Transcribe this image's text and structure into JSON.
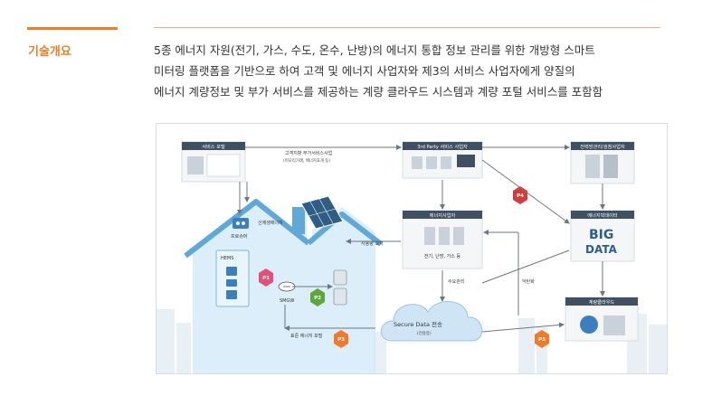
{
  "section": {
    "label": "기술개요"
  },
  "description": {
    "lines": [
      "5종 에너지 자원(전기, 가스, 수도, 온수, 난방)의 에너지 통합 정보 관리를 위한 개방형 스마트",
      "미터링 플랫폼을 기반으로 하여 고객 및 에너지 사업자와 제3의 서비스 사업자에게 양질의",
      "에너지 계량정보 및 부가 서비스를 제공하는 계량 클라우드 시스템과 계량 포털 서비스를 포함함"
    ]
  },
  "diagram": {
    "boxes": {
      "service_portal": "서비스 포털",
      "third_party": "3rd Party 서비스 사업자",
      "power_exchange": "전력망관리/검침사업자",
      "energy_provider": "에너지사업자",
      "energy_provider_detail": "전기, 난방, 가스 등",
      "energy_big_data": "에너지빅데이터",
      "metering_cloud": "계량클라우드"
    },
    "labels": {
      "customer_service": "고객지향 부가서비스사업",
      "customer_service_sub": "(미모리거래, 에너지효개 등)",
      "renewable": "신재생에너지",
      "prosumer": "프로슈머",
      "usage_notice": "사용량 고지",
      "demand_mgmt": "수요관리",
      "load_sharing": "악탄화",
      "hems": "HEMS",
      "smgw": "SMGW",
      "standard_portal": "표준 에너지 포털",
      "secure_data": "Secure Data 전송",
      "secure_data_sub": "(전용망)",
      "big_word": "BIG",
      "data_word": "DATA"
    },
    "badges": {
      "p1": "P1",
      "p2": "P2",
      "p3a": "P3",
      "p3b": "P3",
      "p4": "P4"
    },
    "colors": {
      "accent": "#e8822a",
      "header_box": "#3e5062",
      "house": "#5fa8d8",
      "cloud": "#cfe4f4",
      "arrow": "#6d7780",
      "badge_pink": "#e0517a",
      "badge_green": "#5aa83a",
      "badge_orange": "#ef7a2a",
      "badge_red": "#d43b3b"
    }
  }
}
